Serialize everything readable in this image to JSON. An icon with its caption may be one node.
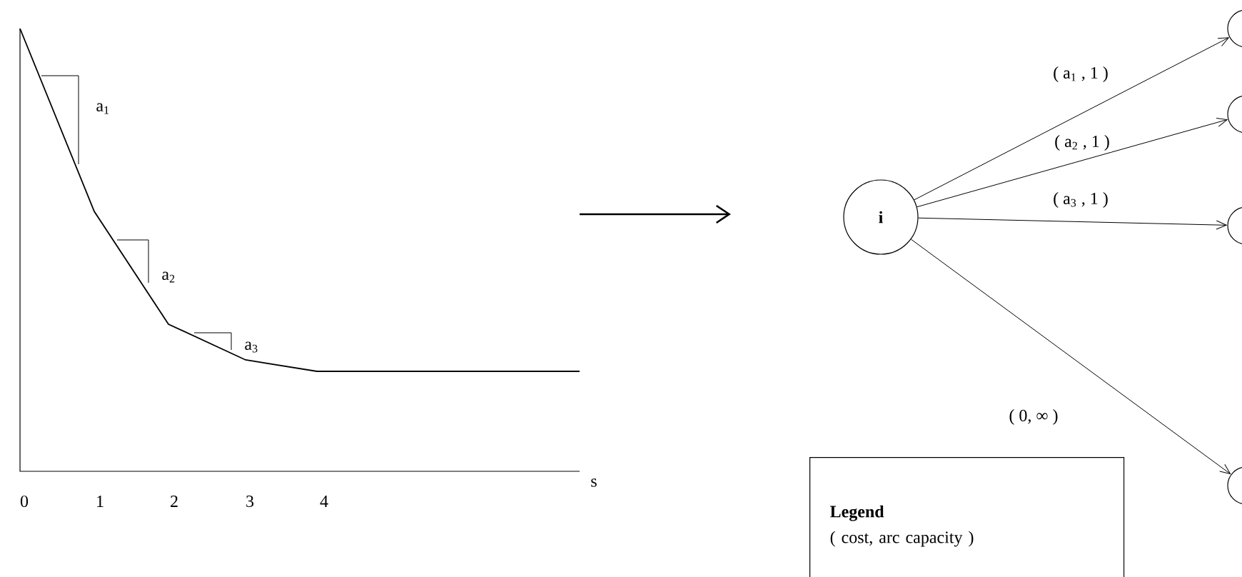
{
  "diagram": {
    "nodes": [
      {
        "text": [
          "i"
        ]
      },
      {
        "text": [],
        "shape": "circle"
      },
      {
        "text": [],
        "shape": "circle"
      },
      {
        "text": [],
        "shape": "circle"
      },
      {
        "text": [],
        "shape": "circle"
      },
      {
        "text": [
          "Legend",
          "( cost, arc capacity )"
        ]
      }
    ],
    "edges": [
      {
        "from": 0,
        "to": 1,
        "arrow": "to",
        "label": "( a$_{1}$ , 1 )"
      },
      {
        "from": 0,
        "to": 2,
        "arrow": "to",
        "label": "( a$_{2}$ , 1 )"
      },
      {
        "from": 0,
        "to": 3,
        "arrow": "to",
        "label": "( a$_{3}$ , 1 )"
      },
      {
        "from": 0,
        "to": 4,
        "arrow": "to",
        "label": "( 0, ∞ )"
      }
    ],
    "labels": [
      "a$_{1}$",
      "a$_{2}$",
      "a$_{3}$",
      "s",
      "0",
      "1",
      "2",
      "3",
      "4"
    ]
  }
}
